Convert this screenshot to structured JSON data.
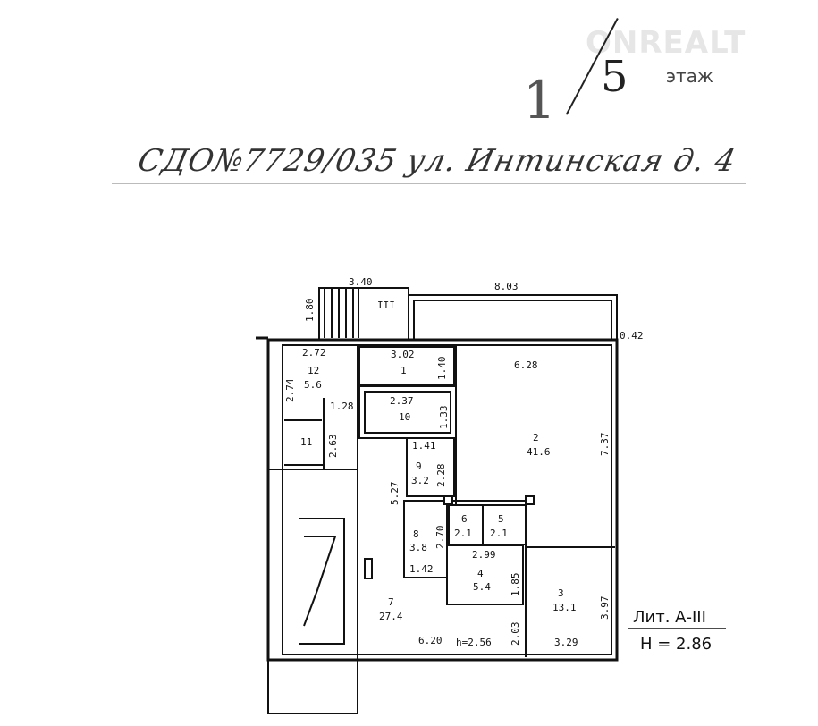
{
  "header": {
    "floor": "1",
    "floors_total": "5",
    "floor_word": "этаж",
    "watermark": "ONREALT",
    "handwritten": "СДО№7729/035  ул. Интинская  д. 4"
  },
  "plan": {
    "litera": "Лит. А-III",
    "height": "H = 2.86",
    "porch_label": "III",
    "rooms": [
      {
        "num": "12",
        "area": "5.6"
      },
      {
        "num": "1",
        "area": ""
      },
      {
        "num": "10",
        "area": ""
      },
      {
        "num": "11",
        "area": ""
      },
      {
        "num": "9",
        "area": "3.2"
      },
      {
        "num": "2",
        "area": "41.6"
      },
      {
        "num": "8",
        "area": "3.8"
      },
      {
        "num": "6",
        "area": "2.1"
      },
      {
        "num": "5",
        "area": "2.1"
      },
      {
        "num": "4",
        "area": "5.4"
      },
      {
        "num": "3",
        "area": "13.1"
      },
      {
        "num": "7",
        "area": "27.4"
      }
    ],
    "dims": [
      "3.40",
      "8.03",
      "1.80",
      "0.42",
      "2.72",
      "3.02",
      "1.40",
      "6.28",
      "2.74",
      "2.37",
      "1.28",
      "1.33",
      "2.63",
      "1.41",
      "2.28",
      "5.27",
      "7.37",
      "2.70",
      "2.99",
      "1.42",
      "1.85",
      "3.97",
      "2.03",
      "6.20",
      "3.29"
    ],
    "corridor_height": "h=2.56"
  }
}
